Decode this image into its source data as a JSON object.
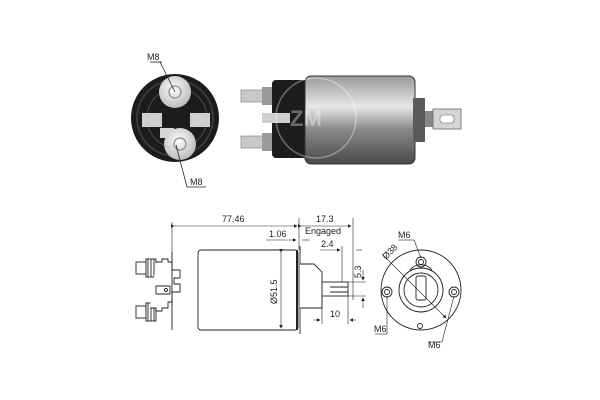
{
  "photo_end_view": {
    "labels": {
      "top_terminal": "M8",
      "bottom_terminal": "M8"
    }
  },
  "photo_side_view": {
    "watermark": "ZM"
  },
  "drawing_side_view": {
    "dimensions": {
      "overall_length": "77.46",
      "engaged_travel": "17.3",
      "engaged_label": "Engaged",
      "flange_thickness": "1.06",
      "plunger_offset": "2.4",
      "body_diameter": "Ø51.5",
      "slot_width": "5.3",
      "plunger_tip_length": "10"
    }
  },
  "drawing_end_view": {
    "dimensions": {
      "flange_diameter": "Ø38",
      "top_hole": "M6",
      "left_hole": "M6",
      "right_hole": "M6"
    }
  },
  "colors": {
    "line": "#222222",
    "body_dark": "#1a1a1a",
    "metal_light": "#d8d8d8"
  }
}
